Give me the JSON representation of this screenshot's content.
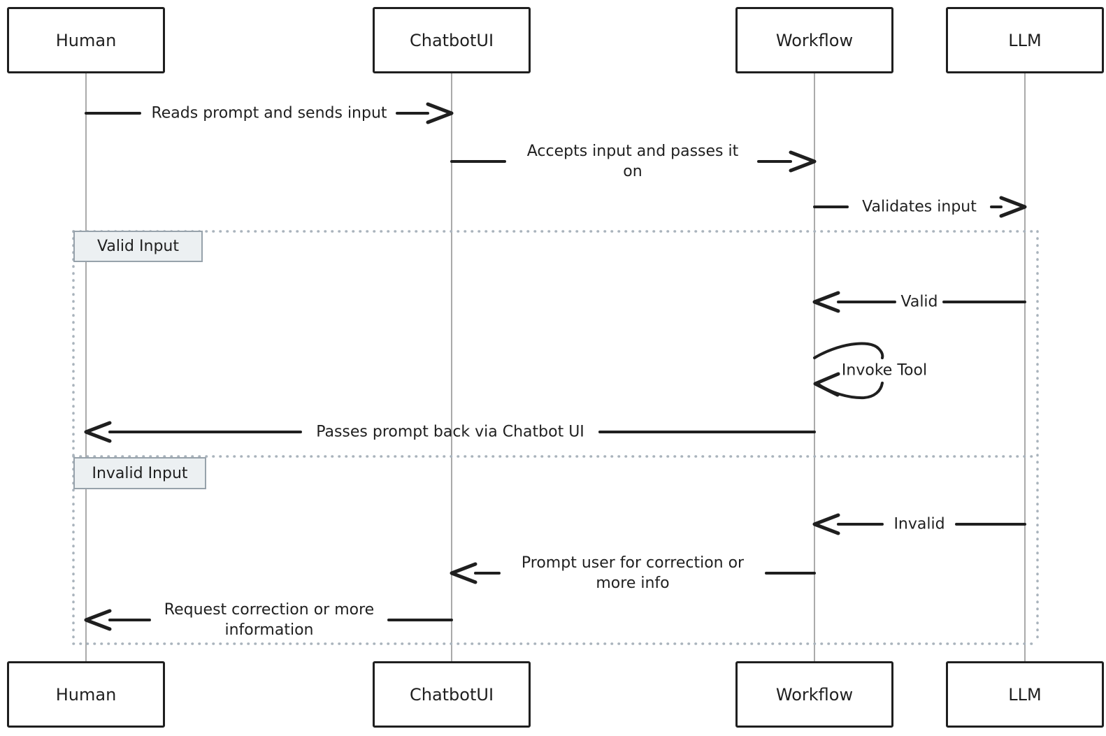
{
  "actors": [
    {
      "name": "Human"
    },
    {
      "name": "ChatbotUI"
    },
    {
      "name": "Workflow"
    },
    {
      "name": "LLM"
    }
  ],
  "messages": [
    {
      "from": "Human",
      "to": "ChatbotUI",
      "label": "Reads prompt and sends input"
    },
    {
      "from": "ChatbotUI",
      "to": "Workflow",
      "label": "Accepts input and passes it on"
    },
    {
      "from": "Workflow",
      "to": "LLM",
      "label": "Validates input"
    },
    {
      "from": "LLM",
      "to": "Workflow",
      "label": "Valid"
    },
    {
      "from": "Workflow",
      "to": "Workflow",
      "label": "Invoke Tool",
      "type": "self-loop"
    },
    {
      "from": "Workflow",
      "to": "Human",
      "label": "Passes prompt back via Chatbot UI"
    },
    {
      "from": "LLM",
      "to": "Workflow",
      "label": "Invalid"
    },
    {
      "from": "Workflow",
      "to": "ChatbotUI",
      "label": "Prompt user for correction or more info"
    },
    {
      "from": "ChatbotUI",
      "to": "Human",
      "label": "Request correction or more information"
    }
  ],
  "alt_frame": {
    "sections": [
      {
        "label": "Valid Input"
      },
      {
        "label": "Invalid Input"
      }
    ]
  },
  "colors": {
    "ink": "#1f1f1f",
    "lifeline": "#9b9b9b",
    "frame_border": "#a9b3bc",
    "frame_label_bg": "#ecf0f2",
    "frame_label_border": "#97a2ab",
    "background": "#ffffff"
  }
}
